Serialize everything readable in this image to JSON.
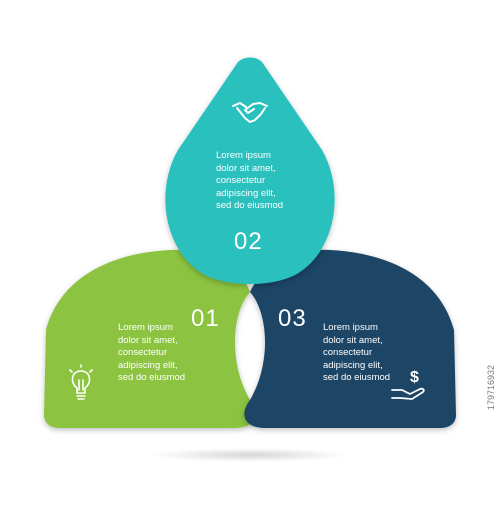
{
  "diagram": {
    "petals": [
      {
        "number": "01",
        "text": "Lorem ipsum\ndolor sit amet,\nconsectetur\nadipiscing elit,\nsed do eiusmod",
        "icon": "lightbulb-icon",
        "color": "#8cc33f"
      },
      {
        "number": "02",
        "text": "Lorem ipsum\ndolor sit amet,\nconsectetur\nadipiscing elit,\nsed do eiusmod",
        "icon": "handshake-icon",
        "color": "#2bc0bd"
      },
      {
        "number": "03",
        "text": "Lorem ipsum\ndolor sit amet,\nconsectetur\nadipiscing elit,\nsed do eiusmod",
        "icon": "money-hand-icon",
        "color": "#1b4466"
      }
    ]
  },
  "watermark": "179716932"
}
